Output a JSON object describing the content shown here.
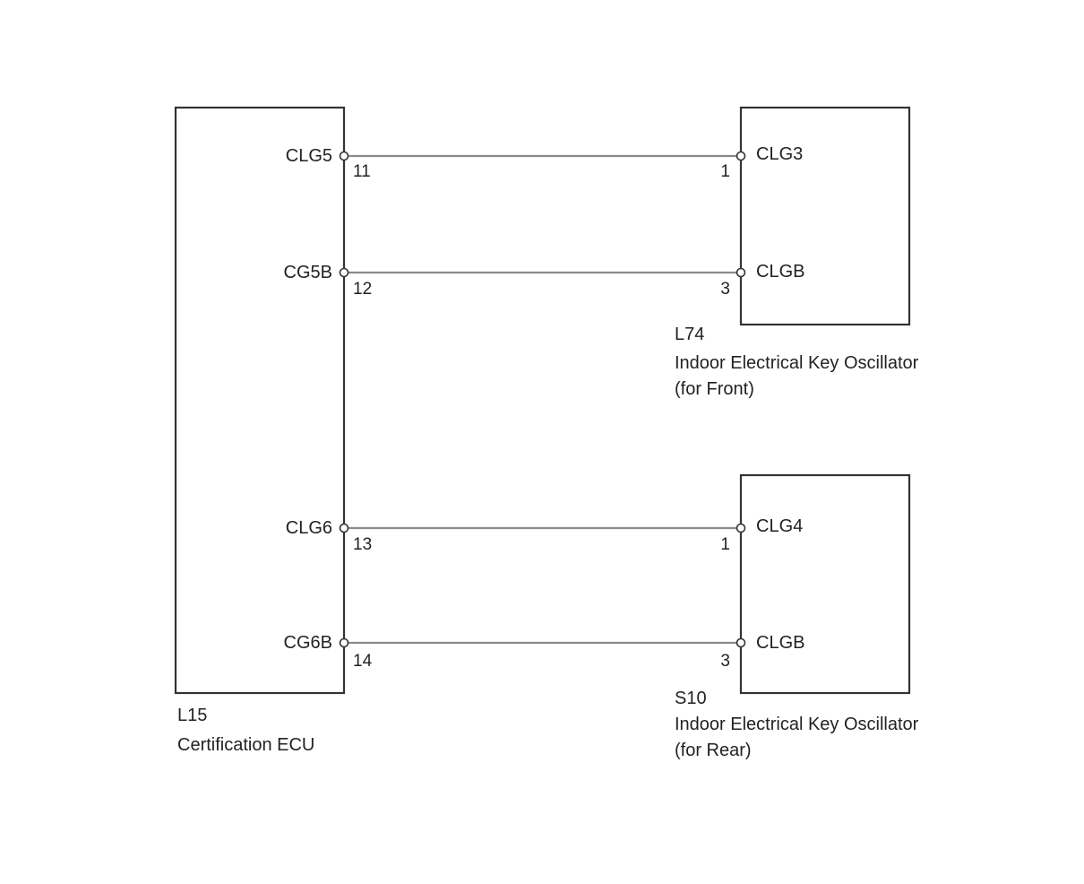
{
  "ecu": {
    "id": "L15",
    "name": "Certification ECU",
    "pins": [
      {
        "label": "CLG5",
        "number": "11"
      },
      {
        "label": "CG5B",
        "number": "12"
      },
      {
        "label": "CLG6",
        "number": "13"
      },
      {
        "label": "CG6B",
        "number": "14"
      }
    ]
  },
  "front_oscillator": {
    "id": "L74",
    "name": "Indoor Electrical Key Oscillator",
    "variant": "(for Front)",
    "pins": [
      {
        "label": "CLG3",
        "number": "1"
      },
      {
        "label": "CLGB",
        "number": "3"
      }
    ]
  },
  "rear_oscillator": {
    "id": "S10",
    "name": "Indoor Electrical Key Oscillator",
    "variant": "(for Rear)",
    "pins": [
      {
        "label": "CLG4",
        "number": "1"
      },
      {
        "label": "CLGB",
        "number": "3"
      }
    ]
  },
  "connections": [
    {
      "from": "CLG5 (11)",
      "to": "CLG3 (1)"
    },
    {
      "from": "CG5B (12)",
      "to": "CLGB (3)"
    },
    {
      "from": "CLG6 (13)",
      "to": "CLG4 (1)"
    },
    {
      "from": "CG6B (14)",
      "to": "CLGB (3)"
    }
  ]
}
